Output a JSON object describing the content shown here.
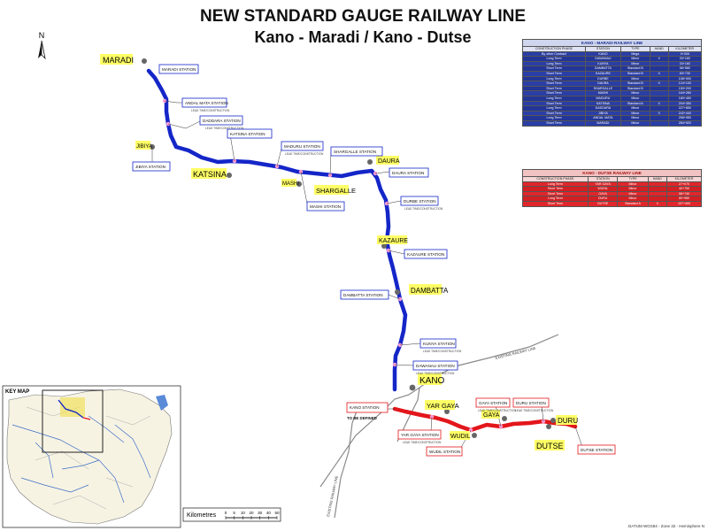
{
  "title_line1": "NEW STANDARD GAUGE RAILWAY LINE",
  "title_line2": "Kano - Maradi / Kano - Dutse",
  "north_label": "N",
  "places": {
    "maradi": "MARADI",
    "jibiya": "JIBIYA",
    "katsina": "KATSINA",
    "mashi": "MASHI",
    "shargalle": "SHARGALLE",
    "daura": "DAURA",
    "kazaure": "KAZAURE",
    "dambatta": "DAMBATTA",
    "kano": "KANO",
    "yar_gaya": "YAR GAYA",
    "gaya": "GAYA",
    "wudil": "WUDIL",
    "duru": "DURU",
    "dutse": "DUTSE"
  },
  "stations": {
    "maradi": "MARADI STATION",
    "andal_mata": "ANDAL MATA STATION",
    "daddara": "DADDARA STATION",
    "katsina": "KATSINA STATION",
    "maduru": "MADURU STATION",
    "shargalle": "SHARGALLE STATION",
    "daura": "DAURA STATION",
    "jibiya": "JIBIYA STATION",
    "mashi": "MASHI STATION",
    "durbe": "DURBE STATION",
    "kazaure": "KAZAURE STATION",
    "dambatta": "DAMBATTA STATION",
    "kunya": "KUNYA STATION",
    "dawanau": "DAWANAU STATION",
    "kano": "KANO STATION",
    "yar_gaya": "YAR GAYA STATION",
    "wudil": "WUDIL STATION",
    "gaya": "GAYA STATION",
    "duru": "DURU STATION",
    "dutse": "DUTSE STATION"
  },
  "small_note": "LEAD TIME/CONSTRUCTION",
  "to_be_defined": "TO BE DEFINED",
  "existing_railway": "EXISTING RAILWAY LINE",
  "key_map_label": "KEY MAP",
  "scale": {
    "label": "Kilometres",
    "ticks": [
      "0",
      "5",
      "10",
      "20",
      "30",
      "40",
      "50"
    ]
  },
  "datum": "DATUM WGS84 - Zone 32 - Hemisphere N",
  "colors": {
    "kano_maradi": "#1426c8",
    "kano_dutse": "#e3161b",
    "existing": "#8a8a8a",
    "highlight": "#ffff66",
    "station_dot": "#ff9ad5"
  },
  "table_kano_maradi": {
    "caption": "KANO - MARADI RAILWAY LINE",
    "headers": [
      "CONSTRUCTION PHASE",
      "STATION",
      "TYPE",
      "HAND",
      "KILOMETER"
    ],
    "rows": [
      [
        "By other Contract",
        "KANO",
        "Mega",
        "",
        "0+000"
      ],
      [
        "Long Term",
        "DAWANAU",
        "Minor",
        "X",
        "20+160"
      ],
      [
        "Long Term",
        "KUNYA",
        "Minor",
        "",
        "33+160"
      ],
      [
        "Short Term",
        "DAMBATTA",
        "Standard B",
        "",
        "58+580"
      ],
      [
        "Short Term",
        "KAZAURE",
        "Standard B",
        "X",
        "83+730"
      ],
      [
        "Long Term",
        "DURBE",
        "Minor",
        "",
        "108+000"
      ],
      [
        "Short Term",
        "DAURA",
        "Standard B",
        "X",
        "124+130"
      ],
      [
        "Short Term",
        "SHARGALLE",
        "Standard B",
        "",
        "150+200"
      ],
      [
        "Short Term",
        "MASHI",
        "Minor",
        "",
        "164+280"
      ],
      [
        "Long Term",
        "MADURU",
        "Minor",
        "",
        "180+450"
      ],
      [
        "Short Term",
        "KATSINA",
        "Standard A",
        "X",
        "204+350"
      ],
      [
        "Long Term",
        "DADDARA",
        "Minor",
        "",
        "227+850"
      ],
      [
        "Short Term",
        "JIBIYA",
        "Minor",
        "X",
        "242+440"
      ],
      [
        "Long Term",
        "ANDAL MATA",
        "Minor",
        "",
        "258+950"
      ],
      [
        "Short Term",
        "MARADI",
        "Minor",
        "",
        "284+920"
      ]
    ]
  },
  "table_kano_dutse": {
    "caption": "KANO - DUTSE RAILWAY LINE",
    "headers": [
      "CONSTRUCTION PHASE",
      "STATION",
      "TYPE",
      "HAND",
      "KILOMETER"
    ],
    "rows": [
      [
        "Long Term",
        "YAR GAYA",
        "Minor",
        "",
        "27+070"
      ],
      [
        "Short Term",
        "WUDIL",
        "Minor",
        "",
        "40+750"
      ],
      [
        "Short Term",
        "GAYA",
        "Minor",
        "",
        "58+740"
      ],
      [
        "Long Term",
        "DURU",
        "Minor",
        "",
        "80+980"
      ],
      [
        "Short Term",
        "DUTSE",
        "Standard A",
        "X",
        "107+400"
      ]
    ]
  }
}
